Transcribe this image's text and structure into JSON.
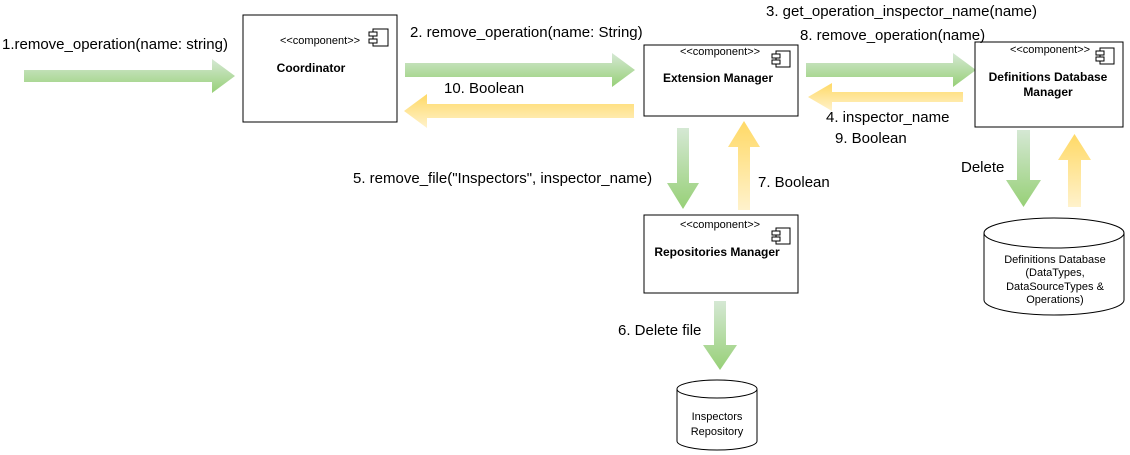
{
  "colors": {
    "green_arrow_light": "#d5e8d4",
    "green_arrow_dark": "#97d077",
    "yellow_arrow_light": "#fff2cc",
    "yellow_arrow_dark": "#ffd966"
  },
  "components": {
    "stereotype": "<<component>>",
    "coordinator": {
      "name": "Coordinator"
    },
    "extension_manager": {
      "name": "Extension Manager"
    },
    "definitions_db_manager": {
      "name_line1": "Definitions Database",
      "name_line2": "Manager"
    },
    "repositories_manager": {
      "name": "Repositories Manager"
    }
  },
  "databases": {
    "definitions_db": {
      "line1": "Definitions Database",
      "line2": "(DataTypes,",
      "line3": "DataSourceTypes &",
      "line4": "Operations)"
    },
    "inspectors_repo": {
      "line1": "Inspectors",
      "line2": "Repository"
    }
  },
  "messages": {
    "m1": "1.remove_operation(name: string)",
    "m2": "2. remove_operation(name: String)",
    "m3": "3. get_operation_inspector_name(name)",
    "m4": "4. inspector_name",
    "m5": "5. remove_file(\"Inspectors\", inspector_name)",
    "m6": "6. Delete file",
    "m7": "7. Boolean",
    "m8": "8. remove_operation(name)",
    "m9": "9. Boolean",
    "m10": "10. Boolean",
    "delete": "Delete"
  }
}
